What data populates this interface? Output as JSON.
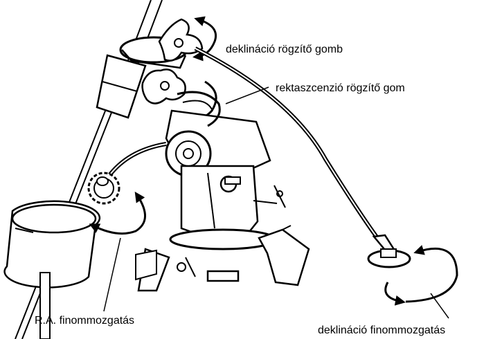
{
  "labels": {
    "dec_lock_knob": "deklináció rögzítő gomb",
    "ra_lock_knob": "rektaszcenzió rögzítő gom",
    "ra_slow_motion": "R.A. finommozgatás",
    "dec_slow_motion": "deklináció finommozgatás"
  },
  "style": {
    "ink": "#000000",
    "paper": "#ffffff"
  }
}
